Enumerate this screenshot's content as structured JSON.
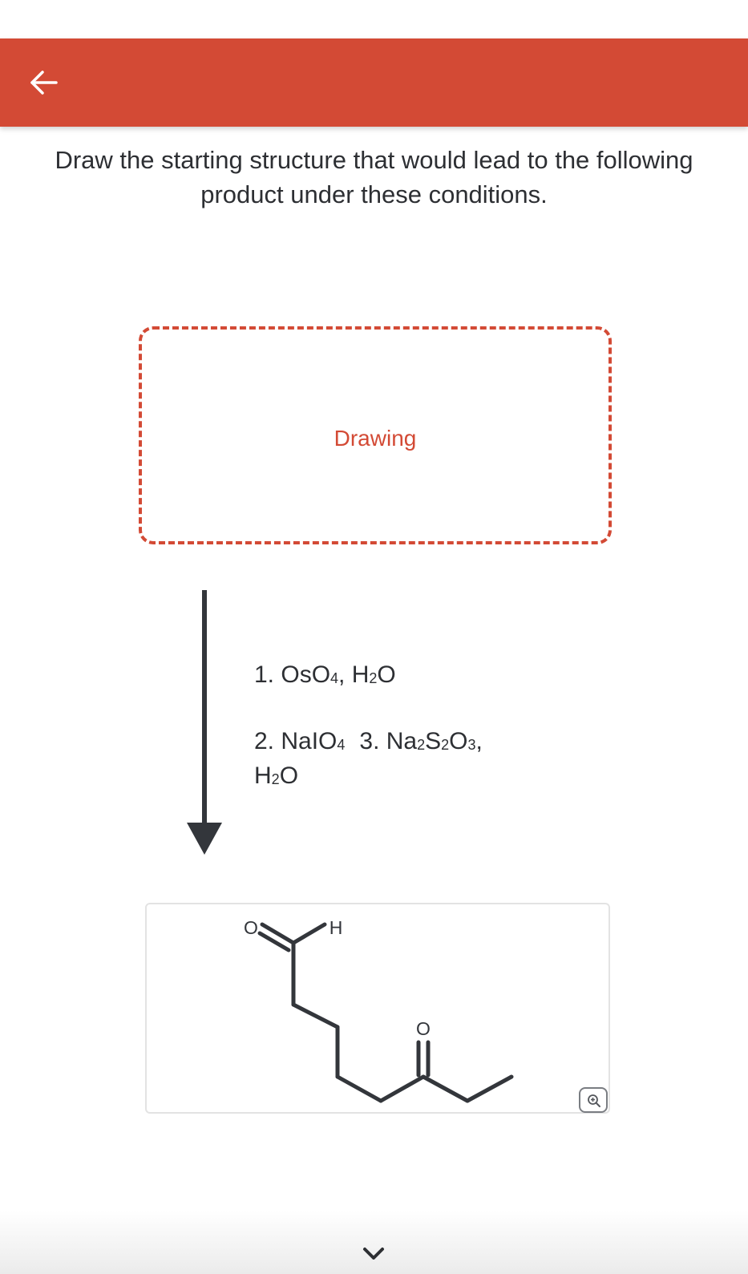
{
  "header": {
    "accent_color": "#d34a35",
    "back_icon": "arrow-left-icon"
  },
  "question": {
    "prompt": "Draw the starting structure that would lead to the following product under these conditions."
  },
  "drawing_area": {
    "label": "Drawing"
  },
  "conditions": {
    "step1": "1. OsO4, H2O",
    "step2": "2. NaIO4",
    "step3": "3. Na2S2O3, H2O"
  },
  "product": {
    "atom_labels": {
      "aldehyde_oxygen": "O",
      "aldehyde_hydrogen": "H",
      "ketone_oxygen": "O"
    },
    "zoom_icon": "zoom-in-icon"
  },
  "footer": {
    "next_icon": "chevron-down-icon"
  }
}
